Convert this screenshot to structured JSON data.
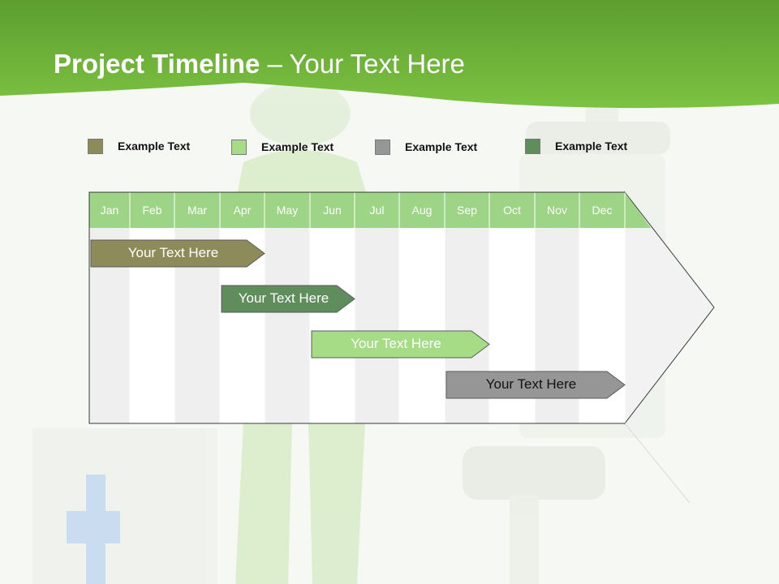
{
  "slide": {
    "title_main": "Project Timeline",
    "title_rest": " – Your Text Here"
  },
  "legend": [
    {
      "label": "Example Text",
      "color": "#8e8b5a"
    },
    {
      "label": "Example Text",
      "color": "#a6dc86"
    },
    {
      "label": "Example Text",
      "color": "#969696"
    },
    {
      "label": "Example Text",
      "color": "#5f8e5c"
    }
  ],
  "months": [
    "Jan",
    "Feb",
    "Mar",
    "Apr",
    "May",
    "Jun",
    "Jul",
    "Aug",
    "Sep",
    "Oct",
    "Nov",
    "Dec"
  ],
  "tasks": [
    {
      "label": "Your  Text Here",
      "start_month": "Jan",
      "end_month": "Apr",
      "color": "#8e8b5a",
      "text_color": "#ffffff"
    },
    {
      "label": "Your  Text Here",
      "start_month": "Apr",
      "end_month": "Jun",
      "color": "#5f8e5c",
      "text_color": "#ffffff"
    },
    {
      "label": "Your  Text Here",
      "start_month": "Jun",
      "end_month": "Sep",
      "color": "#a6dc86",
      "text_color": "#ffffff"
    },
    {
      "label": "Your  Text Here",
      "start_month": "Sep",
      "end_month": "Dec",
      "color": "#969696",
      "text_color": "#111111"
    }
  ],
  "colors": {
    "header_green": "#6fb83a",
    "month_header_green": "#9ed486",
    "column_shade": "#efefef",
    "column_white": "#ffffff"
  }
}
